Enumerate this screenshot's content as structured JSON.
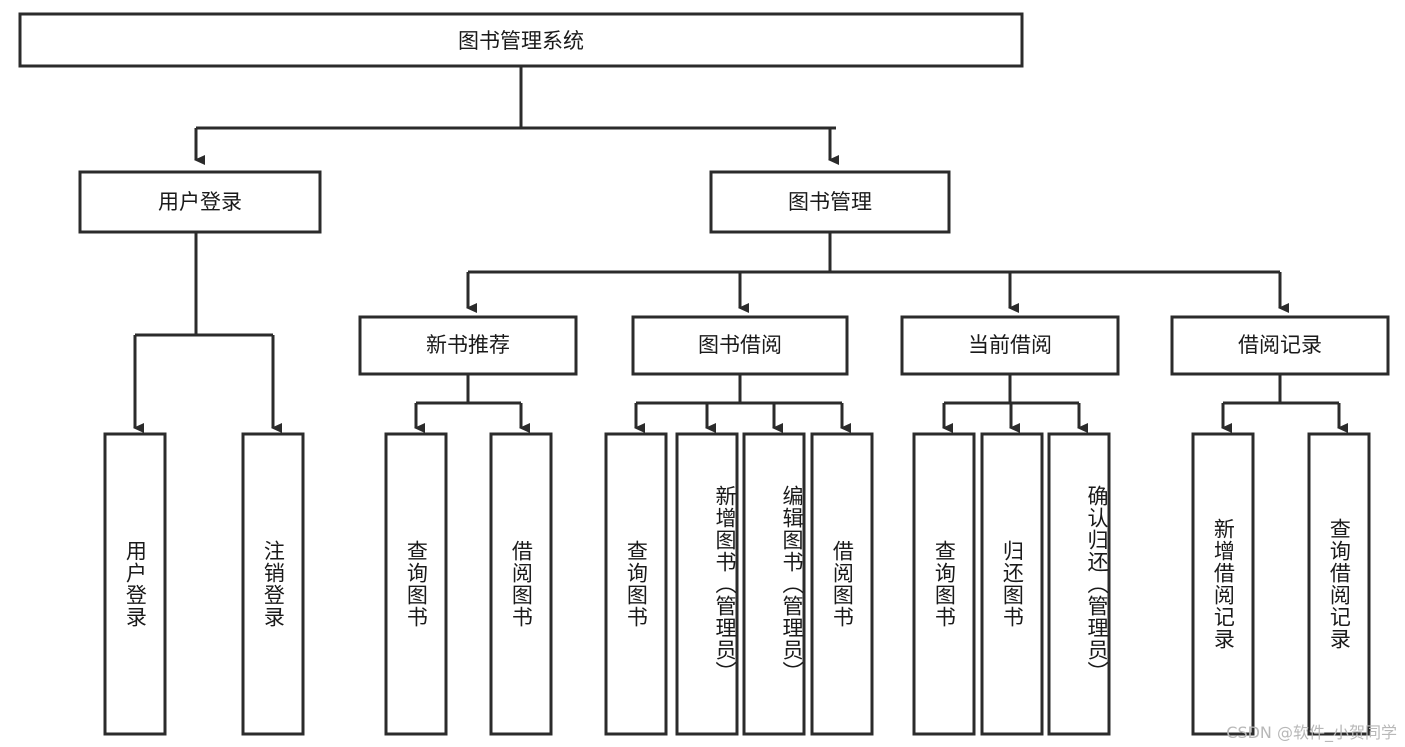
{
  "diagram": {
    "title": "图书管理系统",
    "type": "hierarchy-tree",
    "root": {
      "label": "图书管理系统"
    },
    "level2": [
      {
        "label": "用户登录"
      },
      {
        "label": "图书管理"
      }
    ],
    "level3": [
      {
        "label": "新书推荐"
      },
      {
        "label": "图书借阅"
      },
      {
        "label": "当前借阅"
      },
      {
        "label": "借阅记录"
      }
    ],
    "leaves": {
      "user_login": [
        {
          "label": "用户登录"
        },
        {
          "label": "注销登录"
        }
      ],
      "new_book_recommend": [
        {
          "label": "查询图书"
        },
        {
          "label": "借阅图书"
        }
      ],
      "book_borrow": [
        {
          "label": "查询图书"
        },
        {
          "label": "新增图书（管理员）"
        },
        {
          "label": "编辑图书（管理员）"
        },
        {
          "label": "借阅图书"
        }
      ],
      "current_borrow": [
        {
          "label": "查询图书"
        },
        {
          "label": "归还图书"
        },
        {
          "label": "确认归还（管理员）"
        }
      ],
      "borrow_record": [
        {
          "label": "新增借阅记录"
        },
        {
          "label": "查询借阅记录"
        }
      ]
    }
  },
  "watermark": {
    "text": "CSDN @软件_小贺同学"
  },
  "colors": {
    "stroke": "#2b2b2b",
    "fill": "#ffffff",
    "text": "#1a1a1a",
    "watermark": "#b8b8b8"
  }
}
